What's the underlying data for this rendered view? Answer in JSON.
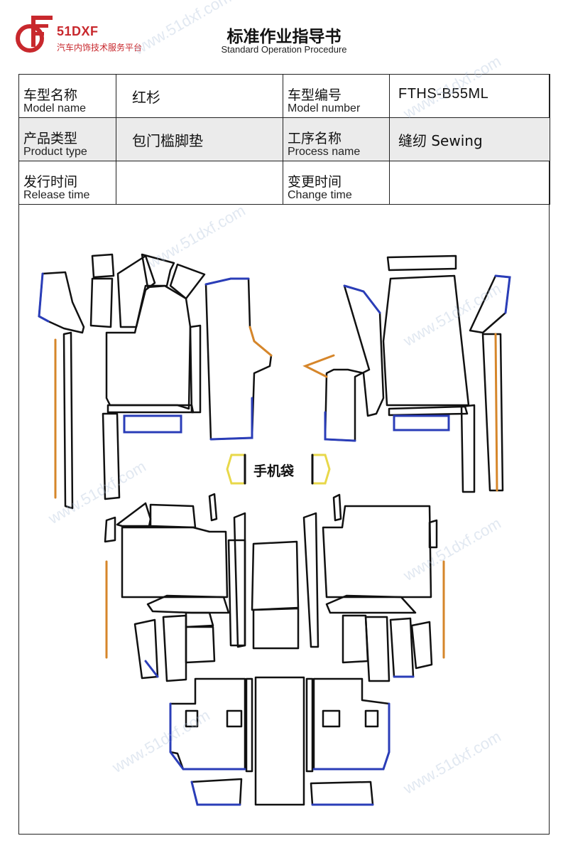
{
  "brand": {
    "name": "51DXF",
    "subtitle": "汽车内饰技术服务平台",
    "color": "#c8282d"
  },
  "document": {
    "title": "标准作业指导书",
    "subtitle": "Standard Operation Procedure"
  },
  "info_table": {
    "model_name": {
      "label_zh": "车型名称",
      "label_en": "Model name",
      "value": "红杉"
    },
    "model_number": {
      "label_zh": "车型编号",
      "label_en": "Model number",
      "value": "FTHS-B55ML"
    },
    "product_type": {
      "label_zh": "产品类型",
      "label_en": "Product type",
      "value": "包门槛脚垫"
    },
    "process_name": {
      "label_zh": "工序名称",
      "label_en": "Process name",
      "value": "缝纫 Sewing"
    },
    "release_time": {
      "label_zh": "发行时间",
      "label_en": "Release time",
      "value": ""
    },
    "change_time": {
      "label_zh": "变更时间",
      "label_en": "Change time",
      "value": ""
    }
  },
  "diagram": {
    "phone_pocket_label": "手机袋",
    "colors": {
      "outline": "#111111",
      "edge_blue": "#2a3db8",
      "edge_orange": "#d6862a",
      "edge_yellow": "#e8d84a"
    }
  },
  "watermark": {
    "text": "www.51dxf.com"
  }
}
